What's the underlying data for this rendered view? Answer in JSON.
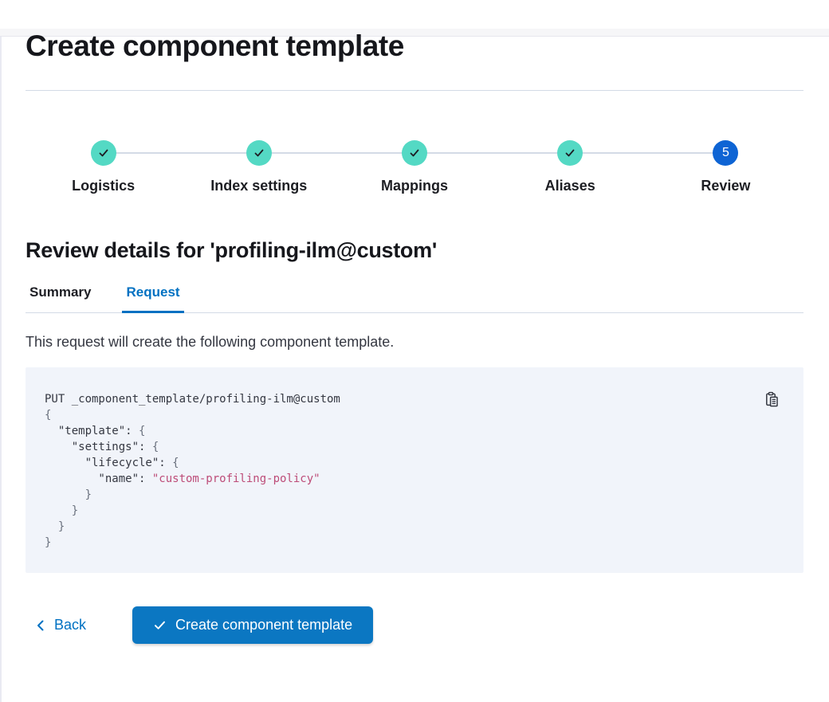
{
  "page": {
    "title": "Create component template"
  },
  "stepper": {
    "steps": [
      {
        "label": "Logistics",
        "status": "complete"
      },
      {
        "label": "Index settings",
        "status": "complete"
      },
      {
        "label": "Mappings",
        "status": "complete"
      },
      {
        "label": "Aliases",
        "status": "complete"
      },
      {
        "label": "Review",
        "status": "current",
        "number": "5"
      }
    ]
  },
  "review": {
    "heading": "Review details for 'profiling-ilm@custom'",
    "tabs": [
      {
        "label": "Summary",
        "selected": false
      },
      {
        "label": "Request",
        "selected": true
      }
    ],
    "description": "This request will create the following component template."
  },
  "code_block": {
    "copy_icon": "copy-clipboard-icon",
    "lines": [
      [
        [
          "plain",
          "PUT _component_template/profiling-ilm@custom"
        ]
      ],
      [
        [
          "dim",
          "{"
        ]
      ],
      [
        [
          "plain",
          "  \"template\": "
        ],
        [
          "dim",
          "{"
        ]
      ],
      [
        [
          "plain",
          "    \"settings\": "
        ],
        [
          "dim",
          "{"
        ]
      ],
      [
        [
          "plain",
          "      \"lifecycle\": "
        ],
        [
          "dim",
          "{"
        ]
      ],
      [
        [
          "plain",
          "        \"name\": "
        ],
        [
          "string",
          "\"custom-profiling-policy\""
        ]
      ],
      [
        [
          "dim",
          "      }"
        ]
      ],
      [
        [
          "dim",
          "    }"
        ]
      ],
      [
        [
          "dim",
          "  }"
        ]
      ],
      [
        [
          "dim",
          "}"
        ]
      ]
    ]
  },
  "footer": {
    "back_label": "Back",
    "submit_label": "Create component template"
  },
  "colors": {
    "step_complete_fill": "#54d9c4",
    "step_current_fill": "#0e64d4",
    "tab_active": "#0071c2",
    "link_blue": "#0071c2",
    "primary_button": "#0b77c2",
    "code_background": "#f1f4fa",
    "code_string": "#bd4c78",
    "divider": "#d3dae6"
  }
}
